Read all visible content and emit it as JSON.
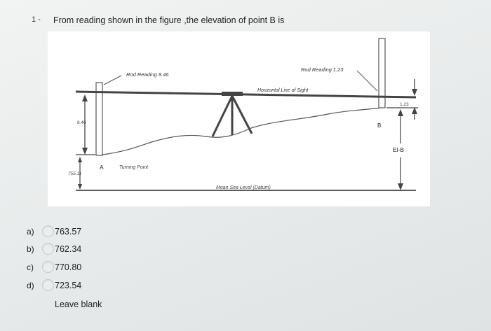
{
  "question": {
    "number": "1 -",
    "text": "From reading shown in the figure ,the elevation of point B  is"
  },
  "figure": {
    "rod_reading_left": "Rod Reading 8.46",
    "rod_reading_right": "Rod Reading 1.23",
    "horizontal_line": "Horizontal Line of Sight",
    "reading_846": "8.46",
    "reading_123": "1.23",
    "point_a": "A",
    "point_b": "B",
    "elev_a": "755.11",
    "turning_point": "Turning Point",
    "el_b": "El-B",
    "datum": "Mean Sea Level (Datum)"
  },
  "options": [
    {
      "letter": "a)",
      "label": "763.57"
    },
    {
      "letter": "b)",
      "label": "762.34"
    },
    {
      "letter": "c)",
      "label": "770.80"
    },
    {
      "letter": "d)",
      "label": "723.54"
    }
  ],
  "leave_blank": "Leave blank"
}
